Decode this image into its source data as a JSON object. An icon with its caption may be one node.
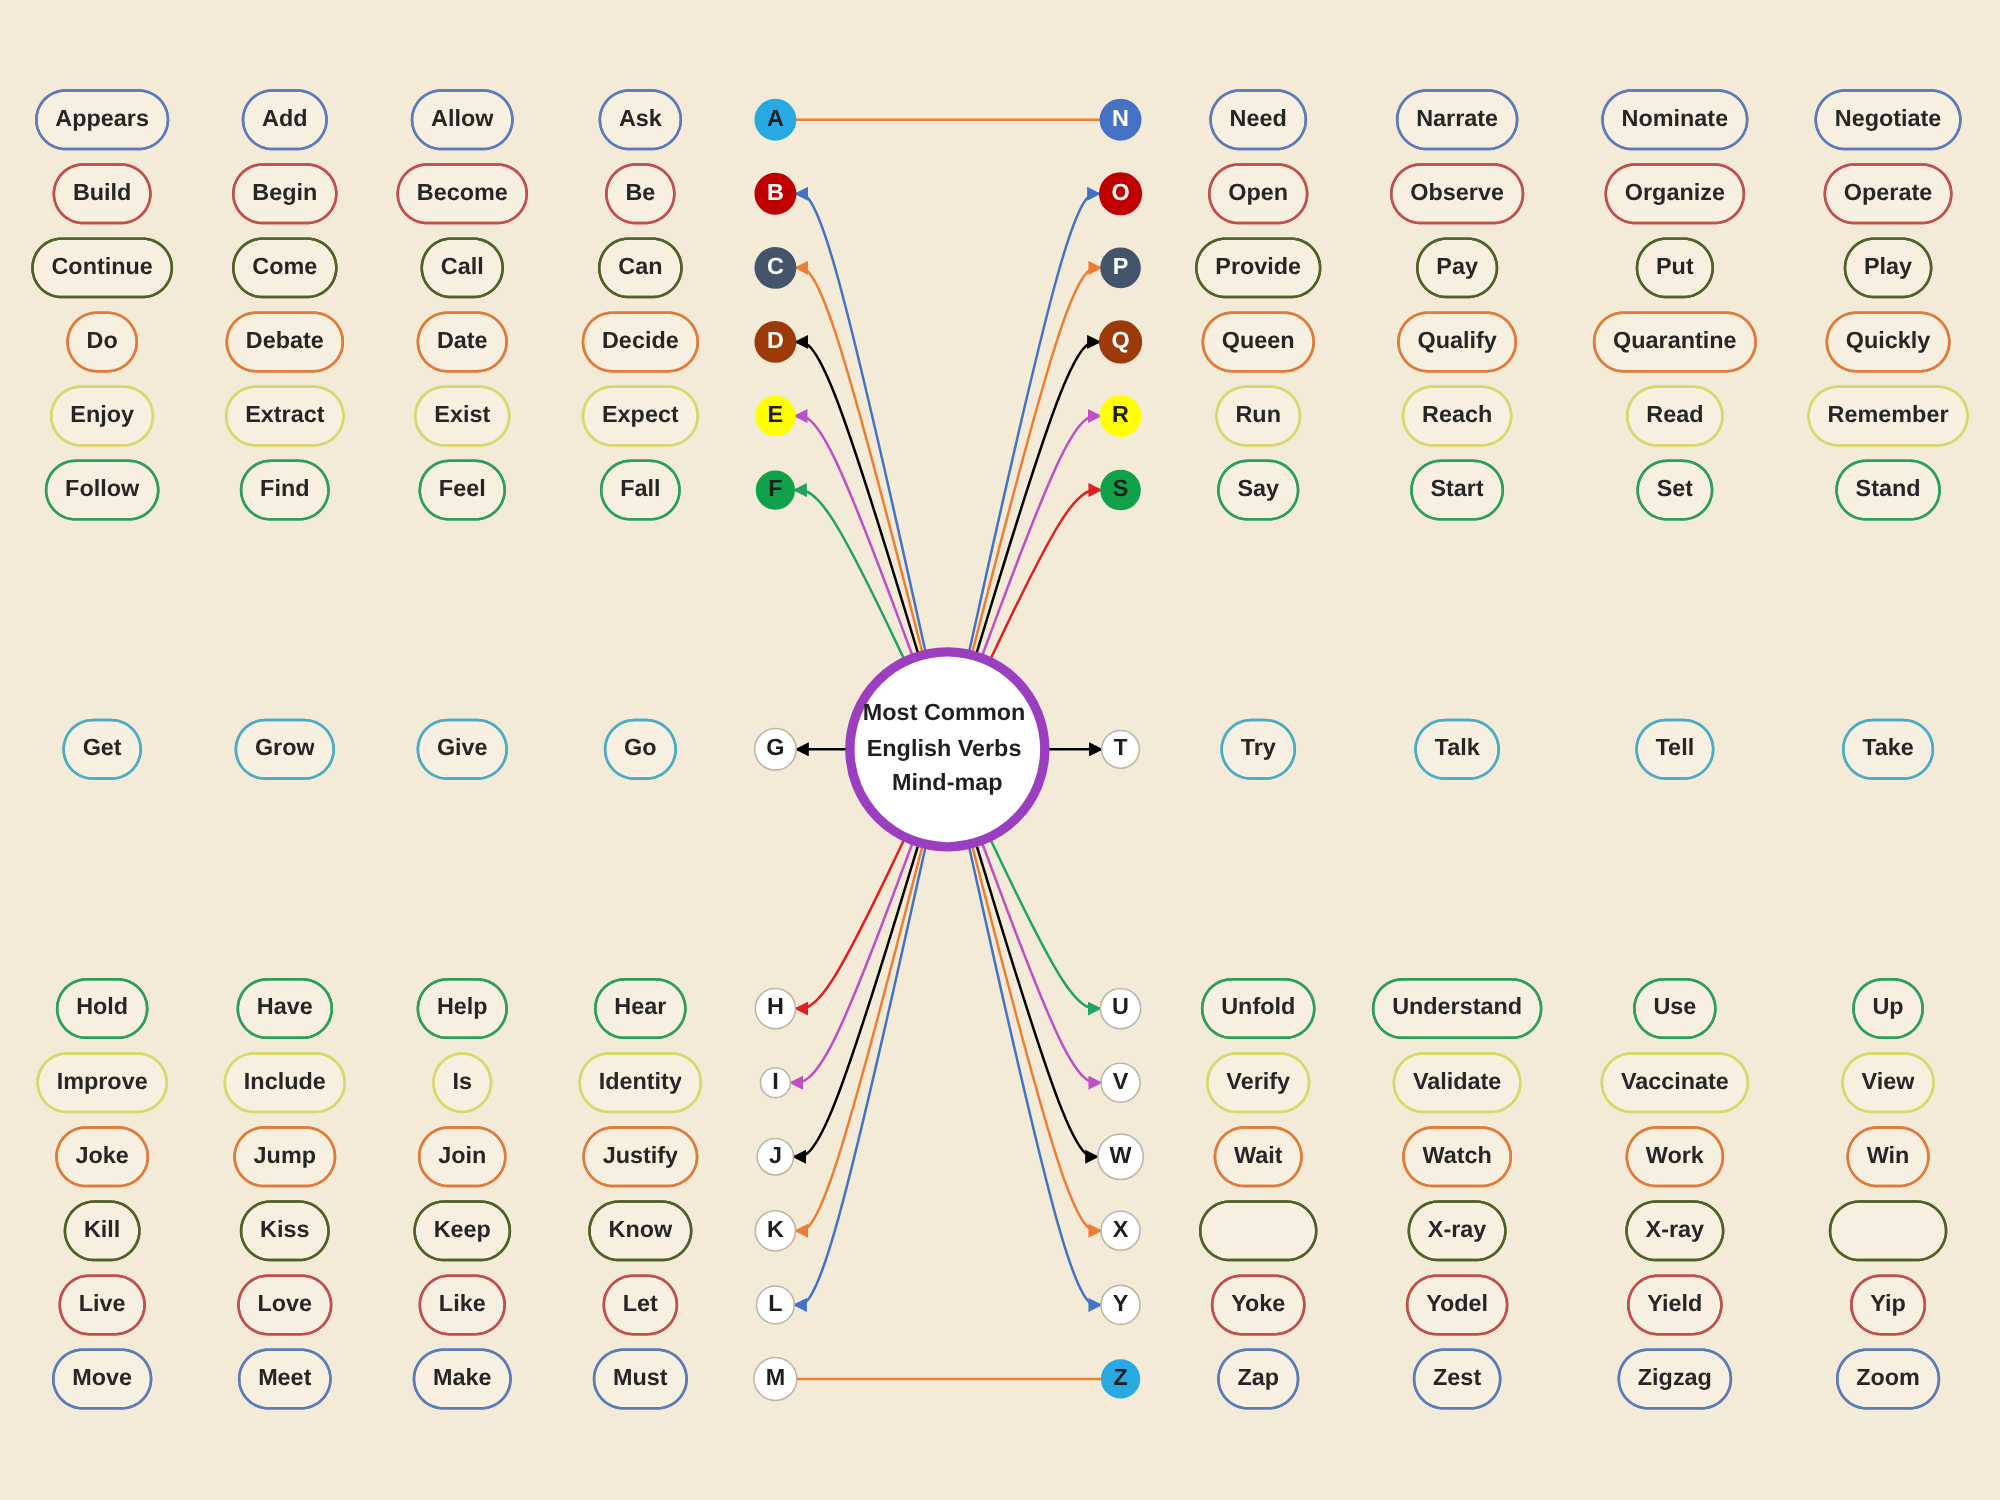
{
  "diagram": {
    "nodes": [
      {
        "text": [
          "Most Common English Verbs Mind-map"
        ]
      },
      {
        "text": [
          "A"
        ]
      },
      {
        "text": [
          "Appears"
        ]
      },
      {
        "text": [
          "Add"
        ]
      },
      {
        "text": [
          "Allow"
        ]
      },
      {
        "text": [
          "Ask"
        ]
      },
      {
        "text": [
          "B"
        ]
      },
      {
        "text": [
          "Build"
        ]
      },
      {
        "text": [
          "Begin"
        ]
      },
      {
        "text": [
          "Become"
        ]
      },
      {
        "text": [
          "Be"
        ]
      },
      {
        "text": [
          "C"
        ]
      },
      {
        "text": [
          "Continue"
        ]
      },
      {
        "text": [
          "Come"
        ]
      },
      {
        "text": [
          "Call"
        ]
      },
      {
        "text": [
          "Can"
        ]
      },
      {
        "text": [
          "D"
        ]
      },
      {
        "text": [
          "Do"
        ]
      },
      {
        "text": [
          "Debate"
        ]
      },
      {
        "text": [
          "Date"
        ]
      },
      {
        "text": [
          "Decide"
        ]
      },
      {
        "text": [
          "E"
        ]
      },
      {
        "text": [
          "Enjoy"
        ]
      },
      {
        "text": [
          "Extract"
        ]
      },
      {
        "text": [
          "Exist"
        ]
      },
      {
        "text": [
          "Expect"
        ]
      },
      {
        "text": [
          "F"
        ]
      },
      {
        "text": [
          "Follow"
        ]
      },
      {
        "text": [
          "Find"
        ]
      },
      {
        "text": [
          "Feel"
        ]
      },
      {
        "text": [
          "Fall"
        ]
      },
      {
        "text": [
          "G"
        ]
      },
      {
        "text": [
          "Get"
        ]
      },
      {
        "text": [
          "Grow"
        ]
      },
      {
        "text": [
          "Give"
        ]
      },
      {
        "text": [
          "Go"
        ]
      },
      {
        "text": [
          "H"
        ]
      },
      {
        "text": [
          "Hold"
        ]
      },
      {
        "text": [
          "Have"
        ]
      },
      {
        "text": [
          "Help"
        ]
      },
      {
        "text": [
          "Hear"
        ]
      },
      {
        "text": [
          "I"
        ]
      },
      {
        "text": [
          "Improve"
        ]
      },
      {
        "text": [
          "Include"
        ]
      },
      {
        "text": [
          "Is"
        ]
      },
      {
        "text": [
          "Identity"
        ]
      },
      {
        "text": [
          "J"
        ]
      },
      {
        "text": [
          "Joke"
        ]
      },
      {
        "text": [
          "Jump"
        ]
      },
      {
        "text": [
          "Join"
        ]
      },
      {
        "text": [
          "Justify"
        ]
      },
      {
        "text": [
          "K"
        ]
      },
      {
        "text": [
          "Kill"
        ]
      },
      {
        "text": [
          "Kiss"
        ]
      },
      {
        "text": [
          "Keep"
        ]
      },
      {
        "text": [
          "Know"
        ]
      },
      {
        "text": [
          "L"
        ]
      },
      {
        "text": [
          "Live"
        ]
      },
      {
        "text": [
          "Love"
        ]
      },
      {
        "text": [
          "Like"
        ]
      },
      {
        "text": [
          "Let"
        ]
      },
      {
        "text": [
          "M"
        ]
      },
      {
        "text": [
          "Move"
        ]
      },
      {
        "text": [
          "Meet"
        ]
      },
      {
        "text": [
          "Make"
        ]
      },
      {
        "text": [
          "Must"
        ]
      },
      {
        "text": [
          "N"
        ]
      },
      {
        "text": [
          "Need"
        ]
      },
      {
        "text": [
          "Narrate"
        ]
      },
      {
        "text": [
          "Nominate"
        ]
      },
      {
        "text": [
          "Negotiate"
        ]
      },
      {
        "text": [
          "O"
        ]
      },
      {
        "text": [
          "Open"
        ]
      },
      {
        "text": [
          "Observe"
        ]
      },
      {
        "text": [
          "Organize"
        ]
      },
      {
        "text": [
          "Operate"
        ]
      },
      {
        "text": [
          "P"
        ]
      },
      {
        "text": [
          "Provide"
        ]
      },
      {
        "text": [
          "Pay"
        ]
      },
      {
        "text": [
          "Put"
        ]
      },
      {
        "text": [
          "Play"
        ]
      },
      {
        "text": [
          "Q"
        ]
      },
      {
        "text": [
          "Queen"
        ]
      },
      {
        "text": [
          "Qualify"
        ]
      },
      {
        "text": [
          "Quarantine"
        ]
      },
      {
        "text": [
          "Quickly"
        ]
      },
      {
        "text": [
          "R"
        ]
      },
      {
        "text": [
          "Run"
        ]
      },
      {
        "text": [
          "Reach"
        ]
      },
      {
        "text": [
          "Read"
        ]
      },
      {
        "text": [
          "Remember"
        ]
      },
      {
        "text": [
          "S"
        ]
      },
      {
        "text": [
          "Say"
        ]
      },
      {
        "text": [
          "Start"
        ]
      },
      {
        "text": [
          "Set"
        ]
      },
      {
        "text": [
          "Stand"
        ]
      },
      {
        "text": [
          "T"
        ]
      },
      {
        "text": [
          "Try"
        ]
      },
      {
        "text": [
          "Talk"
        ]
      },
      {
        "text": [
          "Tell"
        ]
      },
      {
        "text": [
          "Take"
        ]
      },
      {
        "text": [
          "U"
        ]
      },
      {
        "text": [
          "Unfold"
        ]
      },
      {
        "text": [
          "Understand"
        ]
      },
      {
        "text": [
          "Use"
        ]
      },
      {
        "text": [
          "Up"
        ]
      },
      {
        "text": [
          "V"
        ]
      },
      {
        "text": [
          "Verify"
        ]
      },
      {
        "text": [
          "Validate"
        ]
      },
      {
        "text": [
          "Vaccinate"
        ]
      },
      {
        "text": [
          "View"
        ]
      },
      {
        "text": [
          "W"
        ]
      },
      {
        "text": [
          "Wait"
        ]
      },
      {
        "text": [
          "Watch"
        ]
      },
      {
        "text": [
          "Work"
        ]
      },
      {
        "text": [
          "Win"
        ]
      },
      {
        "text": [
          "X"
        ]
      },
      {
        "text": [],
        "shape": "pill"
      },
      {
        "text": [
          "X-ray"
        ]
      },
      {
        "text": [
          "X-ray"
        ]
      },
      {
        "text": [],
        "shape": "pill"
      },
      {
        "text": [
          "Y"
        ]
      },
      {
        "text": [
          "Yoke"
        ]
      },
      {
        "text": [
          "Yodel"
        ]
      },
      {
        "text": [
          "Yield"
        ]
      },
      {
        "text": [
          "Yip"
        ]
      },
      {
        "text": [
          "Z"
        ]
      },
      {
        "text": [
          "Zap"
        ]
      },
      {
        "text": [
          "Zest"
        ]
      },
      {
        "text": [
          "Zigzag"
        ]
      },
      {
        "text": [
          "Zoom"
        ]
      }
    ],
    "edges": [
      {
        "from": 1,
        "to": 66,
        "arrow": "none",
        "color": "#ed7d31"
      },
      {
        "from": 0,
        "to": 6,
        "arrow": "to",
        "color": "#4472c4"
      },
      {
        "from": 0,
        "to": 71,
        "arrow": "to",
        "color": "#4472c4"
      },
      {
        "from": 0,
        "to": 11,
        "arrow": "to",
        "color": "#ed7d31"
      },
      {
        "from": 0,
        "to": 76,
        "arrow": "to",
        "color": "#ed7d31"
      },
      {
        "from": 0,
        "to": 16,
        "arrow": "to",
        "color": "#000000"
      },
      {
        "from": 0,
        "to": 81,
        "arrow": "to",
        "color": "#000000"
      },
      {
        "from": 0,
        "to": 21,
        "arrow": "to",
        "color": "#bf4fc4"
      },
      {
        "from": 0,
        "to": 86,
        "arrow": "to",
        "color": "#bf4fc4"
      },
      {
        "from": 0,
        "to": 26,
        "arrow": "to",
        "color": "#21a366"
      },
      {
        "from": 0,
        "to": 91,
        "arrow": "to",
        "color": "#e02020"
      },
      {
        "from": 0,
        "to": 31,
        "arrow": "to",
        "color": "#000000"
      },
      {
        "from": 0,
        "to": 96,
        "arrow": "to",
        "color": "#000000"
      },
      {
        "from": 0,
        "to": 36,
        "arrow": "to",
        "color": "#e02020"
      },
      {
        "from": 0,
        "to": 101,
        "arrow": "to",
        "color": "#21a366"
      },
      {
        "from": 0,
        "to": 41,
        "arrow": "to",
        "color": "#bf4fc4"
      },
      {
        "from": 0,
        "to": 106,
        "arrow": "to",
        "color": "#bf4fc4"
      },
      {
        "from": 0,
        "to": 46,
        "arrow": "to",
        "color": "#000000"
      },
      {
        "from": 0,
        "to": 111,
        "arrow": "to",
        "color": "#000000"
      },
      {
        "from": 0,
        "to": 51,
        "arrow": "to",
        "color": "#ed7d31"
      },
      {
        "from": 0,
        "to": 116,
        "arrow": "to",
        "color": "#ed7d31"
      },
      {
        "from": 0,
        "to": 56,
        "arrow": "to",
        "color": "#4472c4"
      },
      {
        "from": 0,
        "to": 121,
        "arrow": "to",
        "color": "#4472c4"
      },
      {
        "from": 126,
        "to": 61,
        "arrow": "none",
        "color": "#ed7d31"
      }
    ]
  }
}
